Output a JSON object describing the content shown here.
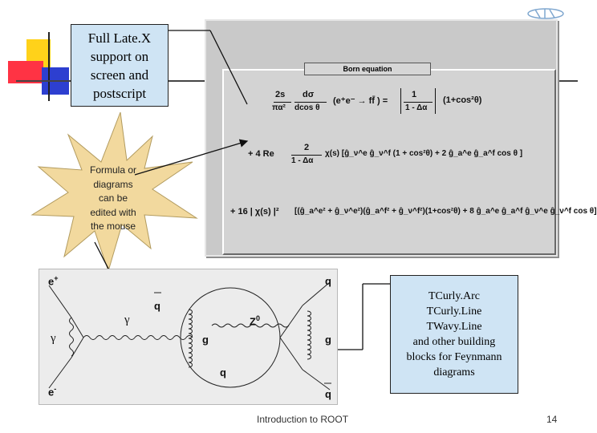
{
  "callouts": {
    "latex_lines": [
      "Full Late.X",
      "support on",
      "screen and",
      "postscript"
    ],
    "star_lines": [
      "Formula or",
      "diagrams",
      "can be",
      "edited with",
      "the mouse"
    ],
    "feynman_lines": [
      "TCurly.Arc",
      "TCurly.Line",
      "TWavy.Line",
      "and other building",
      "blocks for Feynmann",
      "diagrams"
    ]
  },
  "formula": {
    "title": "Born equation",
    "line1_prefix": "2s",
    "line1_den": "πα²",
    "line1_d_num": "dσ",
    "line1_d_den": "dcos θ",
    "line1_process": "(e⁺e⁻ → ff̄ ) =",
    "line1_frac_num": "1",
    "line1_frac_den": "1 - Δα",
    "line1_tail": "(1+cos²θ)",
    "line2_prefix": "+ 4 Re",
    "line2_frac_num": "2",
    "line2_frac_den": "1 - Δα",
    "line2_body": "χ(s) [ĝ_ν^e ĝ_ν^f (1 + cos²θ) + 2 ĝ_a^e ĝ_a^f cos θ ]",
    "line3_prefix": "+ 16 | χ(s) |²",
    "line3_body": "[(ĝ_a^e² + ĝ_ν^e²)(ĝ_a^f² + ĝ_ν^f²)(1+cos²θ) + 8 ĝ_a^e ĝ_a^f ĝ_ν^e ĝ_ν^f cos θ]"
  },
  "feynman": {
    "e_plus": "e",
    "e_plus_sup": "+",
    "e_minus": "e",
    "e_minus_sup": "-",
    "gamma_left": "γ",
    "gamma_mid": "γ",
    "q_bar_mid": "q",
    "z0": "Z",
    "z0_sup": "0",
    "g_mid": "g",
    "q_mid": "q",
    "q_top_right": "q",
    "g_right": "g",
    "q_bar_right": "q"
  },
  "footer": {
    "title": "Introduction to ROOT",
    "page": "14"
  },
  "colors": {
    "callout_bg": "#cfe4f4",
    "star_fill": "#f2d99e",
    "block_yellow": "#ffd21a",
    "block_red": "#ff3344",
    "block_blue": "#2d3fd0"
  }
}
